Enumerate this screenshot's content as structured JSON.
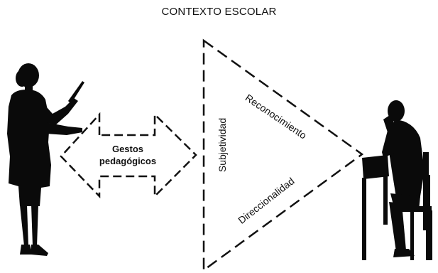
{
  "title": "CONTEXTO ESCOLAR",
  "arrow_label": {
    "line1": "Gestos",
    "line2": "pedagógicos"
  },
  "triangle_labels": {
    "left": "Subjetividad",
    "top": "Reconocimiento",
    "bottom": "Direccionalidad"
  },
  "figures": {
    "left": "teacher-silhouette",
    "right": "student-silhouette"
  },
  "colors": {
    "ink": "#111111",
    "silhouette": "#0a0a0a",
    "background": "#ffffff"
  }
}
